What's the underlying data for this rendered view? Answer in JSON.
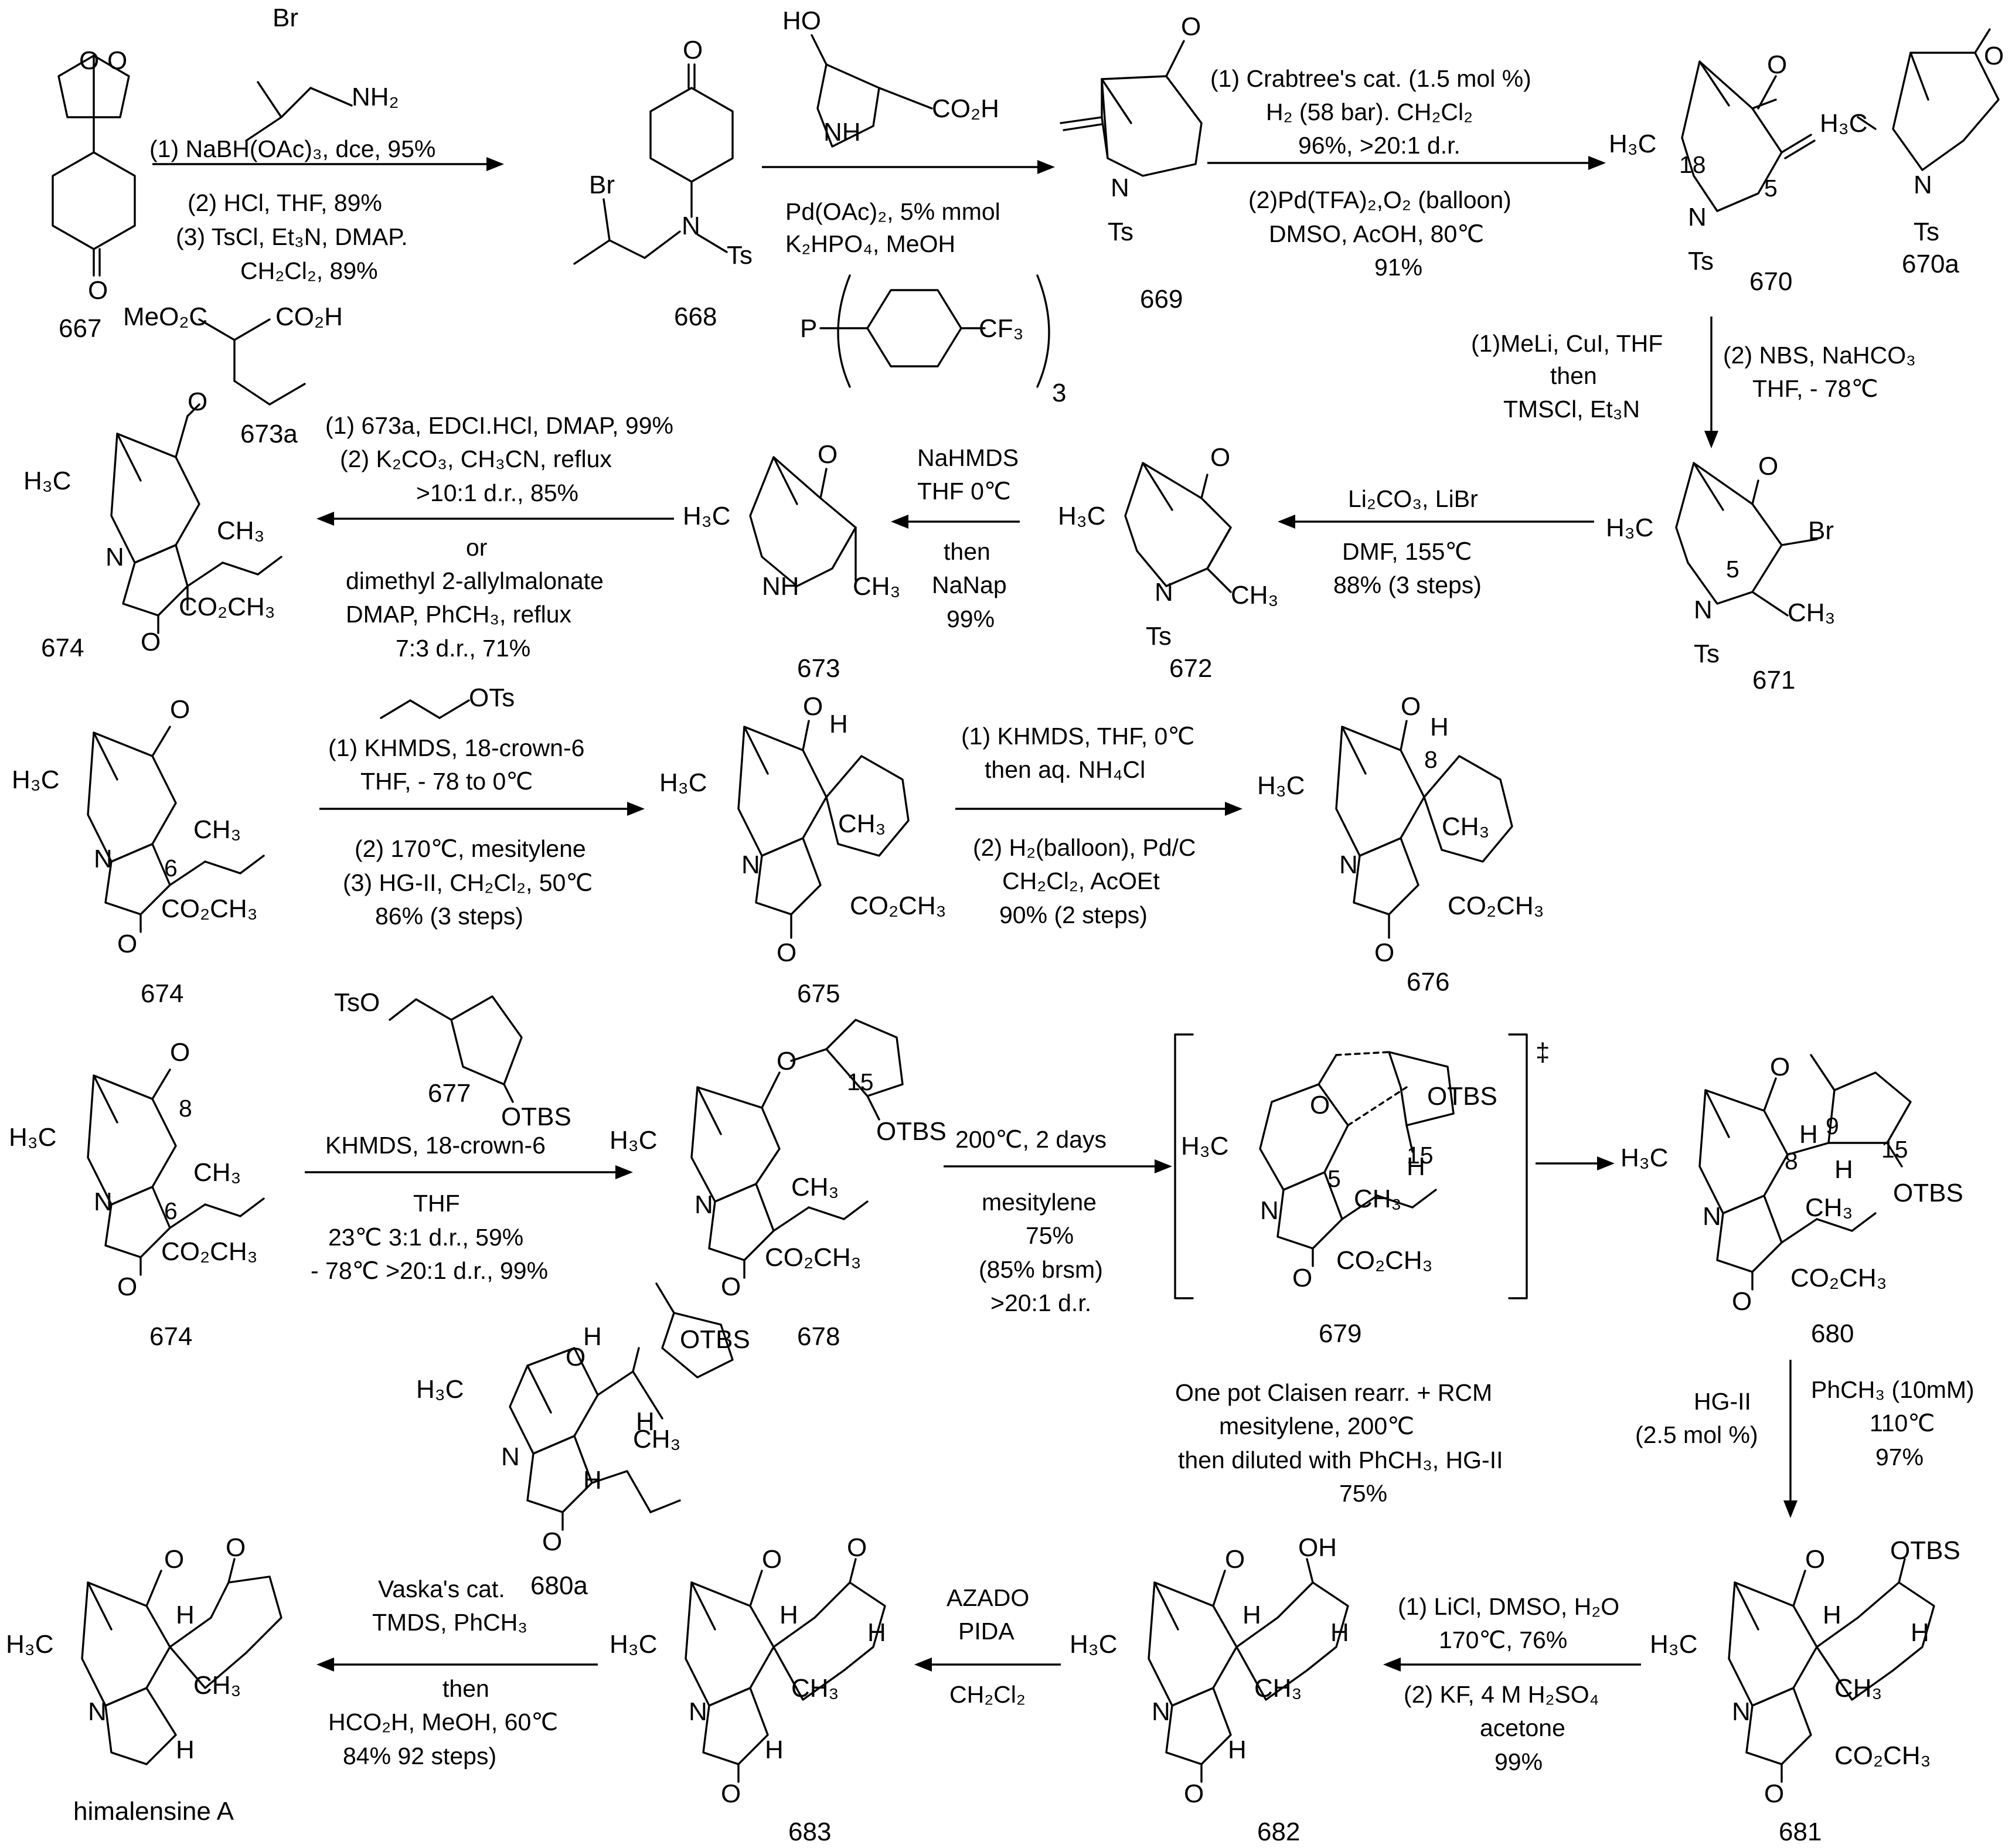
{
  "compounds": [
    {
      "id": "667",
      "label": "667"
    },
    {
      "id": "668",
      "label": "668"
    },
    {
      "id": "669",
      "label": "669"
    },
    {
      "id": "670",
      "label": "670"
    },
    {
      "id": "670a",
      "label": "670a"
    },
    {
      "id": "671",
      "label": "671"
    },
    {
      "id": "672",
      "label": "672"
    },
    {
      "id": "673",
      "label": "673"
    },
    {
      "id": "673a",
      "label": "673a"
    },
    {
      "id": "674",
      "label": "674"
    },
    {
      "id": "675",
      "label": "675"
    },
    {
      "id": "676",
      "label": "676"
    },
    {
      "id": "677",
      "label": "677"
    },
    {
      "id": "678",
      "label": "678"
    },
    {
      "id": "679",
      "label": "679"
    },
    {
      "id": "680",
      "label": "680"
    },
    {
      "id": "680a",
      "label": "680a"
    },
    {
      "id": "681",
      "label": "681"
    },
    {
      "id": "682",
      "label": "682"
    },
    {
      "id": "683",
      "label": "683"
    },
    {
      "id": "himalensine",
      "label": "himalensine A"
    }
  ],
  "steps": [
    {
      "id": "s1",
      "lines": [
        "(1) NaBH(OAc)₃, dce, 95%",
        "(2) HCl, THF, 89%",
        "(3) TsCl, Et₃N, DMAP.",
        "CH₂Cl₂, 89%"
      ]
    },
    {
      "id": "s2",
      "lines": [
        "Pd(OAc)₂, 5% mmol",
        "K₂HPO₄, MeOH"
      ]
    },
    {
      "id": "s3",
      "lines": [
        "(1) Crabtree's cat. (1.5 mol %)",
        "H₂ (58 bar). CH₂Cl₂",
        "96%, >20:1 d.r.",
        "(2)Pd(TFA)₂,O₂ (balloon)",
        "DMSO, AcOH, 80℃",
        "91%"
      ]
    },
    {
      "id": "s4",
      "lines": [
        "(1)MeLi, CuI, THF",
        "then",
        "TMSCl, Et₃N",
        "(2) NBS, NaHCO₃",
        "THF, - 78℃"
      ]
    },
    {
      "id": "s5",
      "lines": [
        "Li₂CO₃, LiBr",
        "DMF, 155℃",
        "88% (3 steps)"
      ]
    },
    {
      "id": "s6",
      "lines": [
        "NaHMDS",
        "THF 0℃",
        "then",
        "NaNap",
        "99%"
      ]
    },
    {
      "id": "s7",
      "lines": [
        "(1) 673a, EDCI.HCl, DMAP, 99%",
        "(2) K₂CO₃, CH₃CN, reflux",
        ">10:1 d.r., 85%",
        "or",
        "dimethyl 2-allylmalonate",
        "DMAP, PhCH₃, reflux",
        "7:3 d.r., 71%"
      ]
    },
    {
      "id": "s8",
      "lines": [
        "(1) KHMDS, 18-crown-6",
        "THF, - 78 to 0℃",
        "(2) 170℃, mesitylene",
        "(3) HG-II, CH₂Cl₂, 50℃",
        "86% (3 steps)"
      ]
    },
    {
      "id": "s9",
      "lines": [
        "(1) KHMDS, THF, 0℃",
        "then aq. NH₄Cl",
        "(2) H₂(balloon), Pd/C",
        "CH₂Cl₂, AcOEt",
        "90% (2 steps)"
      ]
    },
    {
      "id": "s10",
      "lines": [
        "KHMDS, 18-crown-6",
        "THF",
        "23℃ 3:1 d.r., 59%",
        "- 78℃ >20:1 d.r., 99%"
      ]
    },
    {
      "id": "s11",
      "lines": [
        "200℃, 2 days",
        "mesitylene",
        "75%",
        "(85% brsm)",
        ">20:1 d.r."
      ]
    },
    {
      "id": "s12",
      "lines": [
        "HG-II",
        "(2.5 mol %)",
        "PhCH₃ (10mM)",
        "110℃",
        "97%"
      ]
    },
    {
      "id": "s12b",
      "lines": [
        "One pot Claisen rearr. + RCM",
        "mesitylene, 200℃",
        "then diluted with PhCH₃, HG-II",
        "75%"
      ]
    },
    {
      "id": "s13",
      "lines": [
        "(1) LiCl, DMSO, H₂O",
        "170℃, 76%",
        "(2) KF, 4 M H₂SO₄",
        "acetone",
        "99%"
      ]
    },
    {
      "id": "s14",
      "lines": [
        "AZADO",
        "PIDA",
        "CH₂Cl₂"
      ]
    },
    {
      "id": "s15",
      "lines": [
        "Vaska's cat.",
        "TMDS, PhCH₃",
        "then",
        "HCO₂H, MeOH, 60℃",
        "84% 92 steps)"
      ]
    }
  ],
  "atoms": {
    "O": "O",
    "N": "N",
    "Ts": "Ts",
    "H": "H",
    "Br": "Br",
    "P": "P",
    "NH2": "NH₂",
    "CF3": "CF₃",
    "CO2H": "CO₂H",
    "MeO2C": "MeO₂C",
    "H3C": "H₃C",
    "CH3": "CH₃",
    "CO2CH3": "CO₂CH₃",
    "OTs": "OTs",
    "TsO": "TsO",
    "OTBS": "OTBS",
    "HO": "HO",
    "OH": "OH",
    "NH": "NH",
    "three": "3",
    "dagger": "‡"
  },
  "numbering": {
    "n18": "18",
    "n5": "5",
    "n6": "6",
    "n8": "8",
    "n9": "9",
    "n15": "15"
  }
}
